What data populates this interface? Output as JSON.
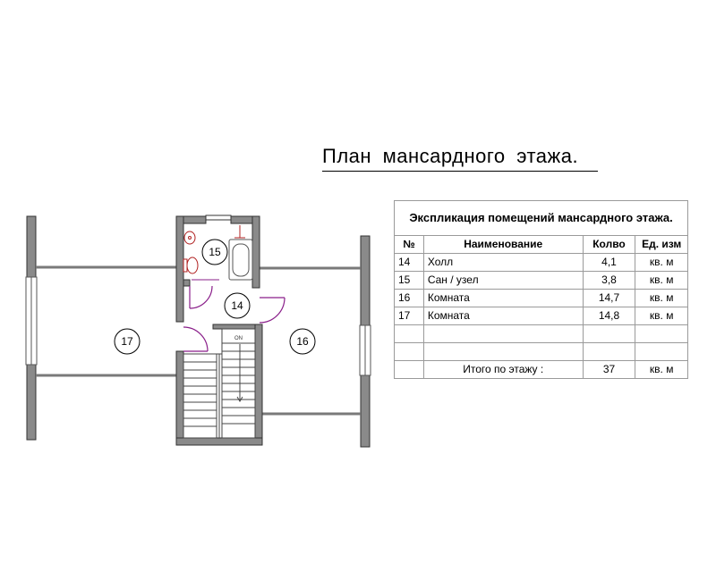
{
  "plan": {
    "title": "План  мансардного  этажа.",
    "rooms": [
      {
        "number": "15"
      },
      {
        "number": "14"
      },
      {
        "number": "17"
      },
      {
        "number": "16"
      }
    ],
    "stair_label": "ON",
    "colors": {
      "wall": "#7a7a7a",
      "door": "#8a1f8a",
      "fixture": "#b02020"
    }
  },
  "table": {
    "title": "Экспликация помещений мансардного этажа.",
    "headers": [
      "№",
      "Наименование",
      "Колво",
      "Ед. изм"
    ],
    "rows": [
      {
        "num": "14",
        "name": "Холл",
        "qty": "4,1",
        "unit": "кв. м"
      },
      {
        "num": "15",
        "name": "Сан / узел",
        "qty": "3,8",
        "unit": "кв. м"
      },
      {
        "num": "16",
        "name": "Комната",
        "qty": "14,7",
        "unit": "кв. м"
      },
      {
        "num": "17",
        "name": "Комната",
        "qty": "14,8",
        "unit": "кв. м"
      }
    ],
    "total": {
      "label": "Итого по этажу  :",
      "qty": "37",
      "unit": "кв. м"
    }
  }
}
